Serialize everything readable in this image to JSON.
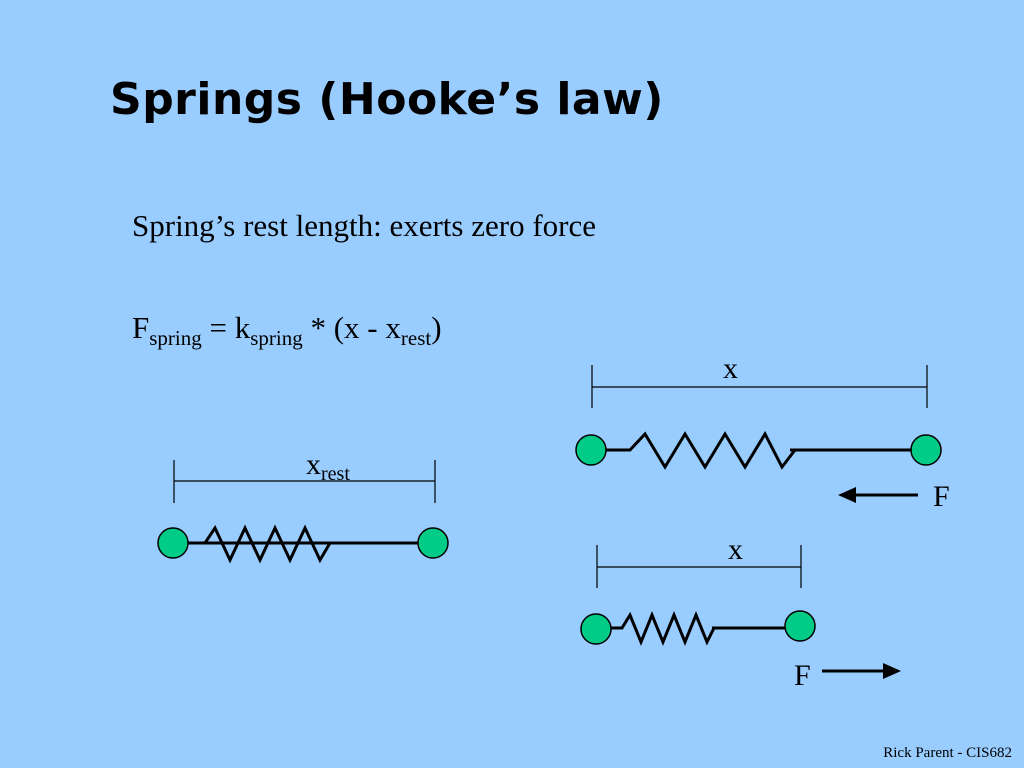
{
  "slide": {
    "title": "Springs (Hooke’s law)",
    "line1": "Spring’s rest length: exerts zero force",
    "formula": {
      "f": "F",
      "f_sub": "spring",
      "eq": " =  k",
      "k_sub": "spring",
      "mid": " * (x - x",
      "x_sub": "rest",
      "end": ")"
    },
    "footer": "Rick Parent - CIS682"
  },
  "diagram": {
    "rest_label": "x",
    "rest_label_sub": "rest",
    "stretched_label": "x",
    "stretched_force": "F",
    "compressed_label": "x",
    "compressed_force": "F",
    "colors": {
      "background": "#99ccff",
      "mass": "#00cc88",
      "line": "#000000"
    }
  }
}
